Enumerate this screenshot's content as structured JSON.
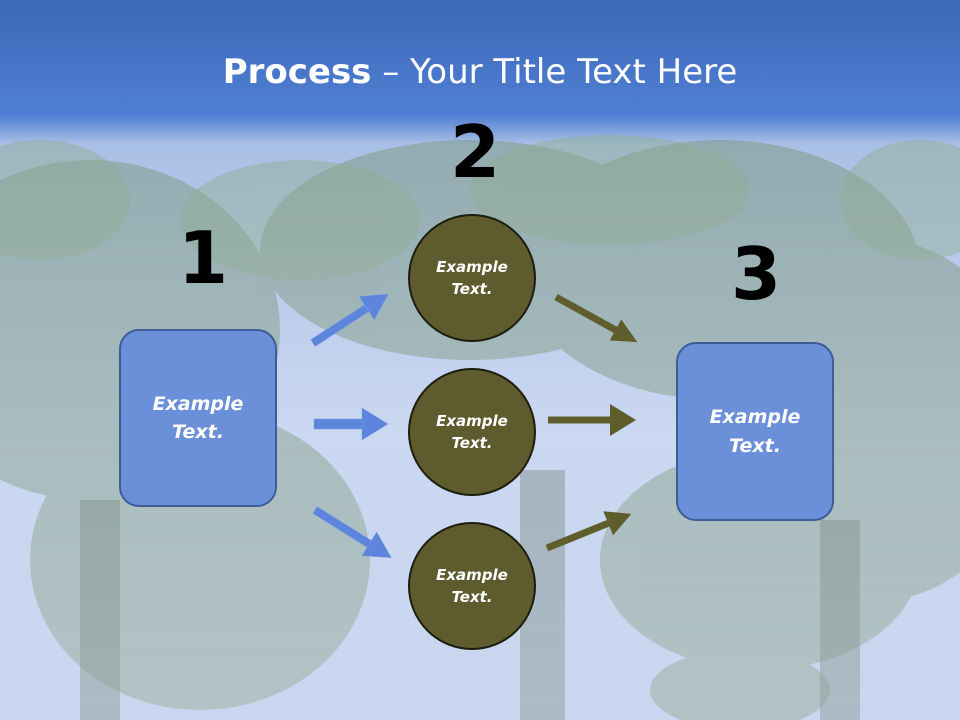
{
  "title": {
    "bold": "Process",
    "rest": " – Your Title Text Here"
  },
  "steps": {
    "one": "1",
    "two": "2",
    "three": "3"
  },
  "input_box": {
    "text": "Example Text."
  },
  "middle_circles": [
    {
      "text": "Example Text."
    },
    {
      "text": "Example Text."
    },
    {
      "text": "Example Text."
    }
  ],
  "output_box": {
    "text": "Example Text."
  },
  "colors": {
    "header": "#4a77cc",
    "box_fill": "#6b8fd9",
    "circle_fill": "#5e5c2f",
    "arrow_blue": "#5c85db",
    "arrow_olive": "#5f5d2c"
  }
}
